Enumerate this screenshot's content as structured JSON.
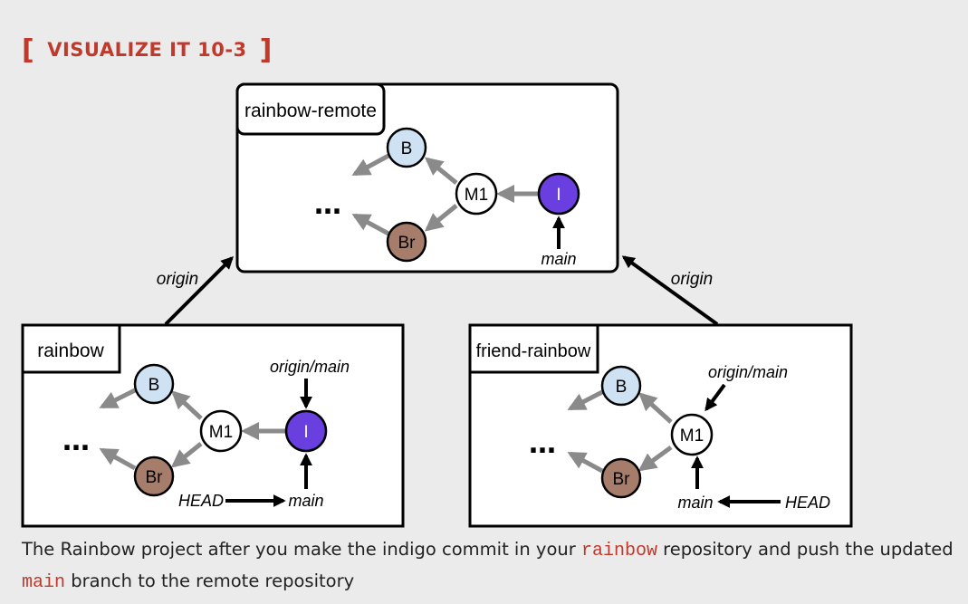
{
  "heading": {
    "bracket_left": "[",
    "title": "VISUALIZE IT 10-3",
    "bracket_right": "]"
  },
  "colors": {
    "accent": "#c0392b",
    "blue_commit": "#cfe2f3",
    "brown_commit": "#a67c6a",
    "indigo_commit": "#6a3fe0",
    "white_commit": "#ffffff",
    "arrow_gray": "#8a8a8a"
  },
  "diagram": {
    "remote": {
      "label": "rainbow-remote",
      "ellipsis": "…",
      "commits": {
        "b": "B",
        "br": "Br",
        "m1": "M1",
        "i": "I"
      },
      "main_label": "main"
    },
    "origin_left": "origin",
    "origin_right": "origin",
    "local": {
      "label": "rainbow",
      "ellipsis": "…",
      "commits": {
        "b": "B",
        "br": "Br",
        "m1": "M1",
        "i": "I"
      },
      "origin_main_label": "origin/main",
      "head_label": "HEAD",
      "main_label": "main"
    },
    "friend": {
      "label": "friend-rainbow",
      "ellipsis": "…",
      "commits": {
        "b": "B",
        "br": "Br",
        "m1": "M1"
      },
      "origin_main_label": "origin/main",
      "head_label": "HEAD",
      "main_label": "main"
    }
  },
  "caption": {
    "part1": "The Rainbow project after you make the indigo commit in your ",
    "code1": "rainbow",
    "part2": " repository and push the updated ",
    "code2": "main",
    "part3": " branch to the remote repository"
  }
}
